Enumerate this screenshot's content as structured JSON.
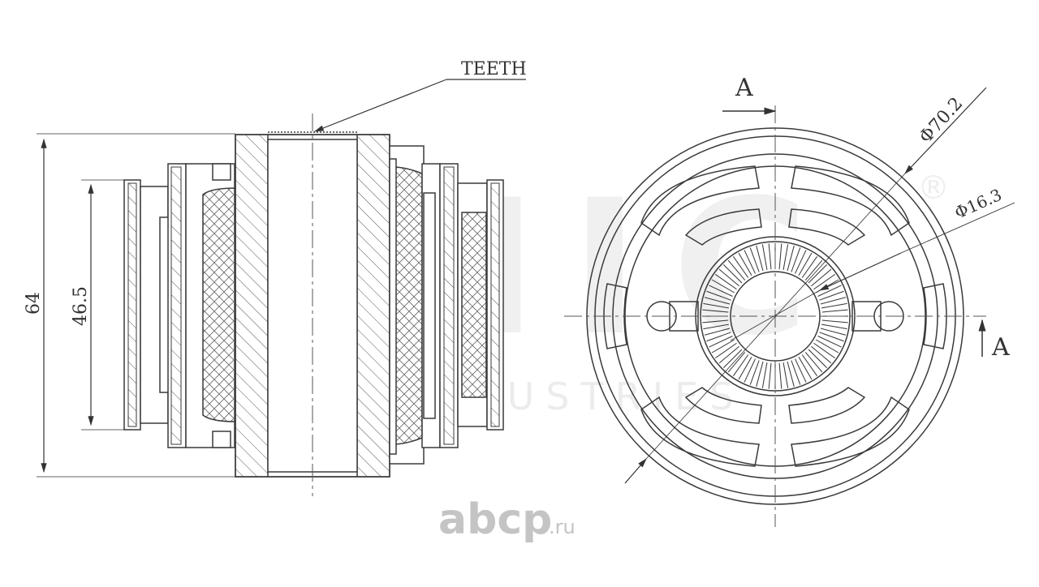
{
  "drawing": {
    "teeth_label": "TEETH",
    "section_marker": "A",
    "section_marker_bottom": "A",
    "dim_outer_length": "64",
    "dim_inner_length": "46.5",
    "dim_outer_diameter": "Φ70.2",
    "dim_inner_diameter": "Φ16.3"
  },
  "watermarks": {
    "brand": "UNIC",
    "registered": "®",
    "company": "WEX INDUSTRIES",
    "site_logo": "abcp",
    "site_tld": ".ru"
  },
  "colors": {
    "line": "#3a3a3a",
    "watermark": "#e9e9e9",
    "logo": "#bdbdbd"
  }
}
